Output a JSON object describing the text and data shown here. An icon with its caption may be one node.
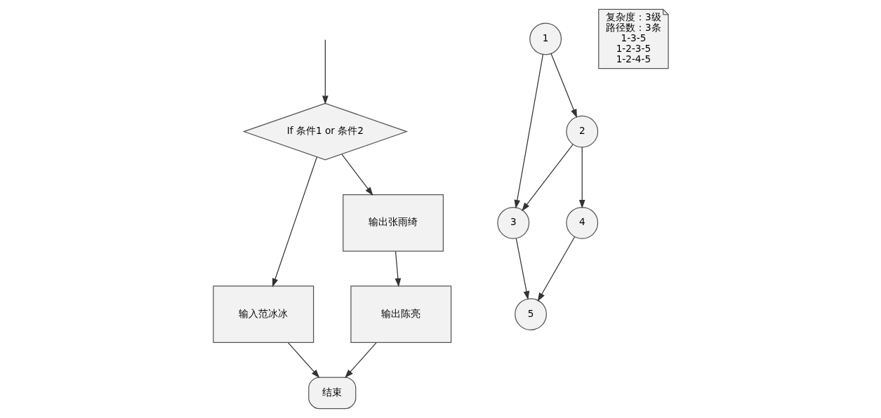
{
  "diagram": {
    "nodes": [
      {
        "text": [
          "If 条件1 or 条件2"
        ]
      },
      {
        "text": [
          "输入范冰冰"
        ]
      },
      {
        "text": [
          "输出张雨绮"
        ]
      },
      {
        "text": [
          "输出陈亮"
        ]
      },
      {
        "text": [
          "结束"
        ]
      },
      {
        "text": [
          "1"
        ]
      },
      {
        "text": [
          "2"
        ]
      },
      {
        "text": [
          "3"
        ]
      },
      {
        "text": [
          "4"
        ]
      },
      {
        "text": [
          "5"
        ]
      },
      {
        "text": [
          "复杂度：3级",
          "路径数：3条",
          "1-3-5",
          "1-2-3-5",
          "1-2-4-5"
        ]
      }
    ],
    "edges": [
      {
        "from": null,
        "to": 0,
        "arrow": "to"
      },
      {
        "from": 0,
        "to": 1,
        "arrow": "to"
      },
      {
        "from": 0,
        "to": 2,
        "arrow": "to"
      },
      {
        "from": 2,
        "to": 3,
        "arrow": "to"
      },
      {
        "from": 1,
        "to": 4,
        "arrow": "to"
      },
      {
        "from": 3,
        "to": 4,
        "arrow": "to"
      },
      {
        "from": 5,
        "to": 6,
        "arrow": "to"
      },
      {
        "from": 5,
        "to": 7,
        "arrow": "to"
      },
      {
        "from": 6,
        "to": 8,
        "arrow": "to"
      },
      {
        "from": 6,
        "to": 7,
        "arrow": "to"
      },
      {
        "from": 8,
        "to": 9,
        "arrow": "to"
      },
      {
        "from": 7,
        "to": 9,
        "arrow": "to"
      }
    ]
  }
}
